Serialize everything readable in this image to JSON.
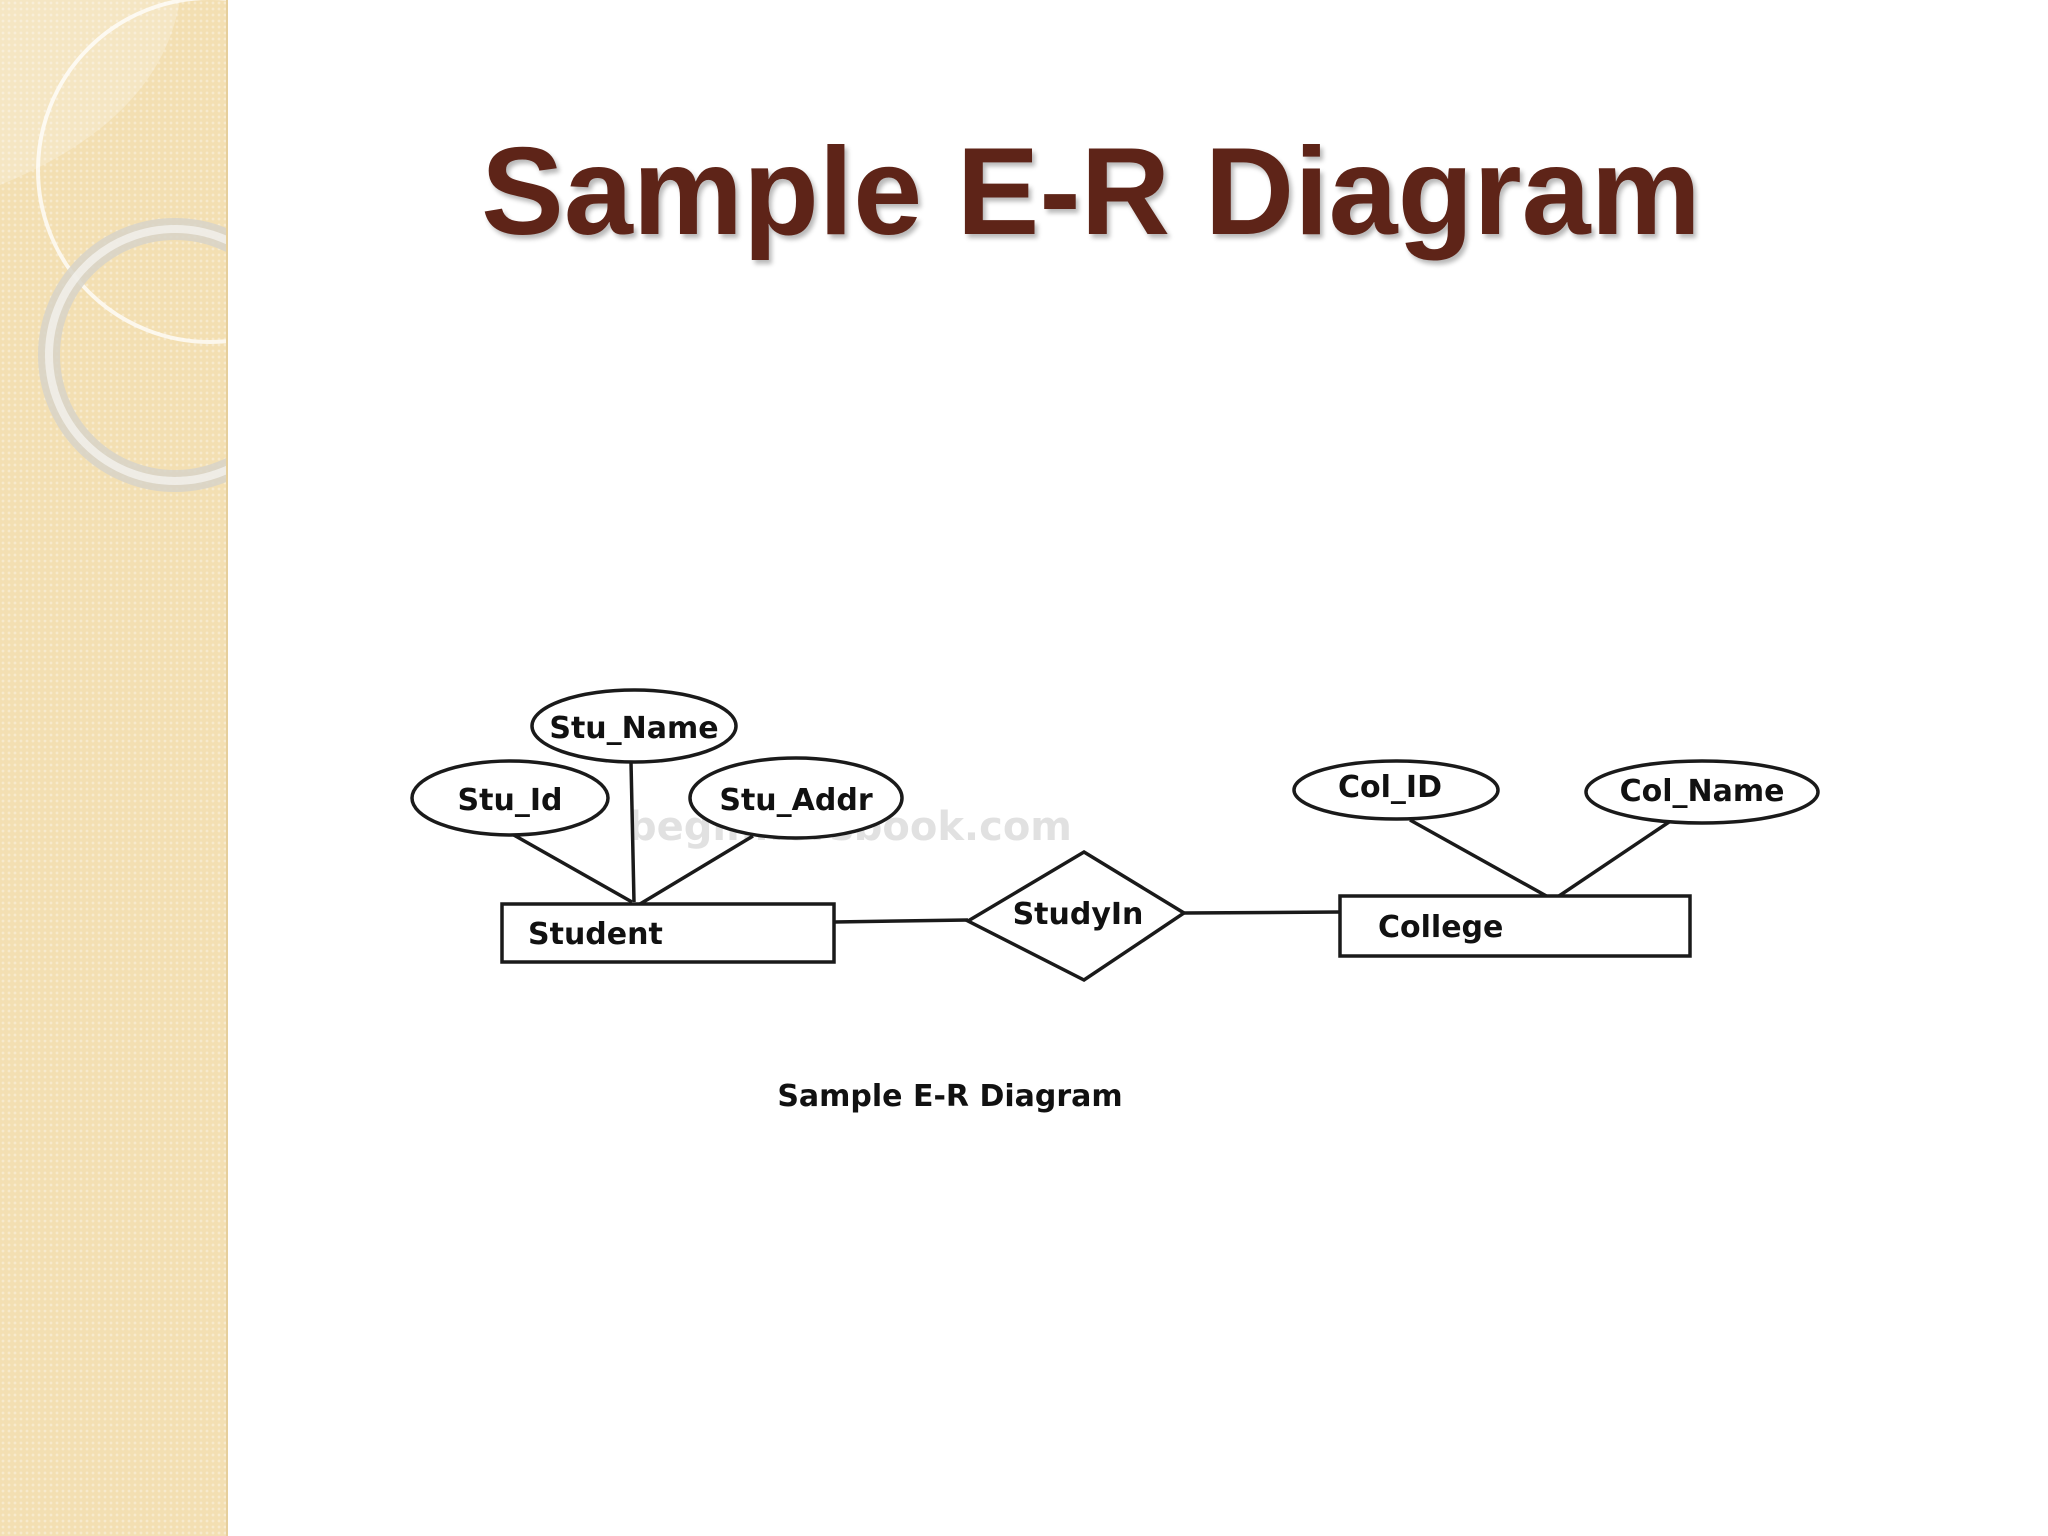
{
  "slide": {
    "title": "Sample E-R Diagram"
  },
  "diagram": {
    "caption": "Sample E-R Diagram",
    "watermark": "beginnersbook.com",
    "entities": {
      "student": "Student",
      "college": "College"
    },
    "relationship": {
      "study_in": "StudyIn"
    },
    "attributes": {
      "stu_id": "Stu_Id",
      "stu_name": "Stu_Name",
      "stu_addr": "Stu_Addr",
      "col_id": "Col_ID",
      "col_name": "Col_Name"
    }
  },
  "colors": {
    "title": "#5e2418",
    "sidebar": "#f3dfb2",
    "stroke": "#1a1a1a"
  }
}
